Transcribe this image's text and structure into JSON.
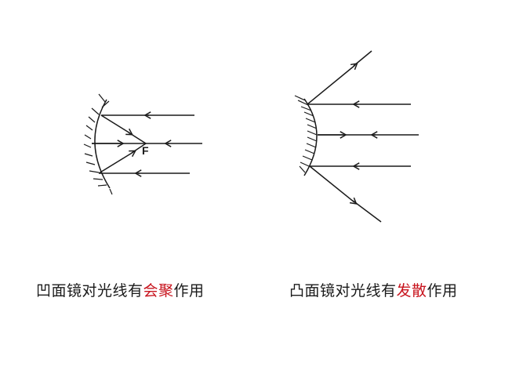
{
  "colors": {
    "line": "#1a1a1a",
    "highlight": "#c8141e",
    "background": "#ffffff"
  },
  "concave": {
    "focus_label": "F",
    "caption": {
      "prefix": "凹面镜对光线有",
      "highlight": "会聚",
      "suffix": "作用"
    }
  },
  "convex": {
    "caption": {
      "prefix": "凸面镜对光线有",
      "highlight": "发散",
      "suffix": "作用"
    }
  }
}
